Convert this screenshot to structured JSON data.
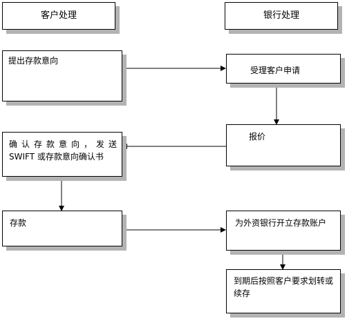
{
  "headers": {
    "customer": "客户处理",
    "bank": "银行处理"
  },
  "nodes": {
    "propose": "提出存款意向",
    "accept": "受理客户申请",
    "quote": "报价",
    "confirm_line1": "确认存款意向，发送",
    "confirm_line2": "SWIFT 或存款意向确认书",
    "deposit": "存款",
    "open_account": "为外资银行开立存款账户",
    "renew": "到期后按照客户要求划转或续存"
  }
}
